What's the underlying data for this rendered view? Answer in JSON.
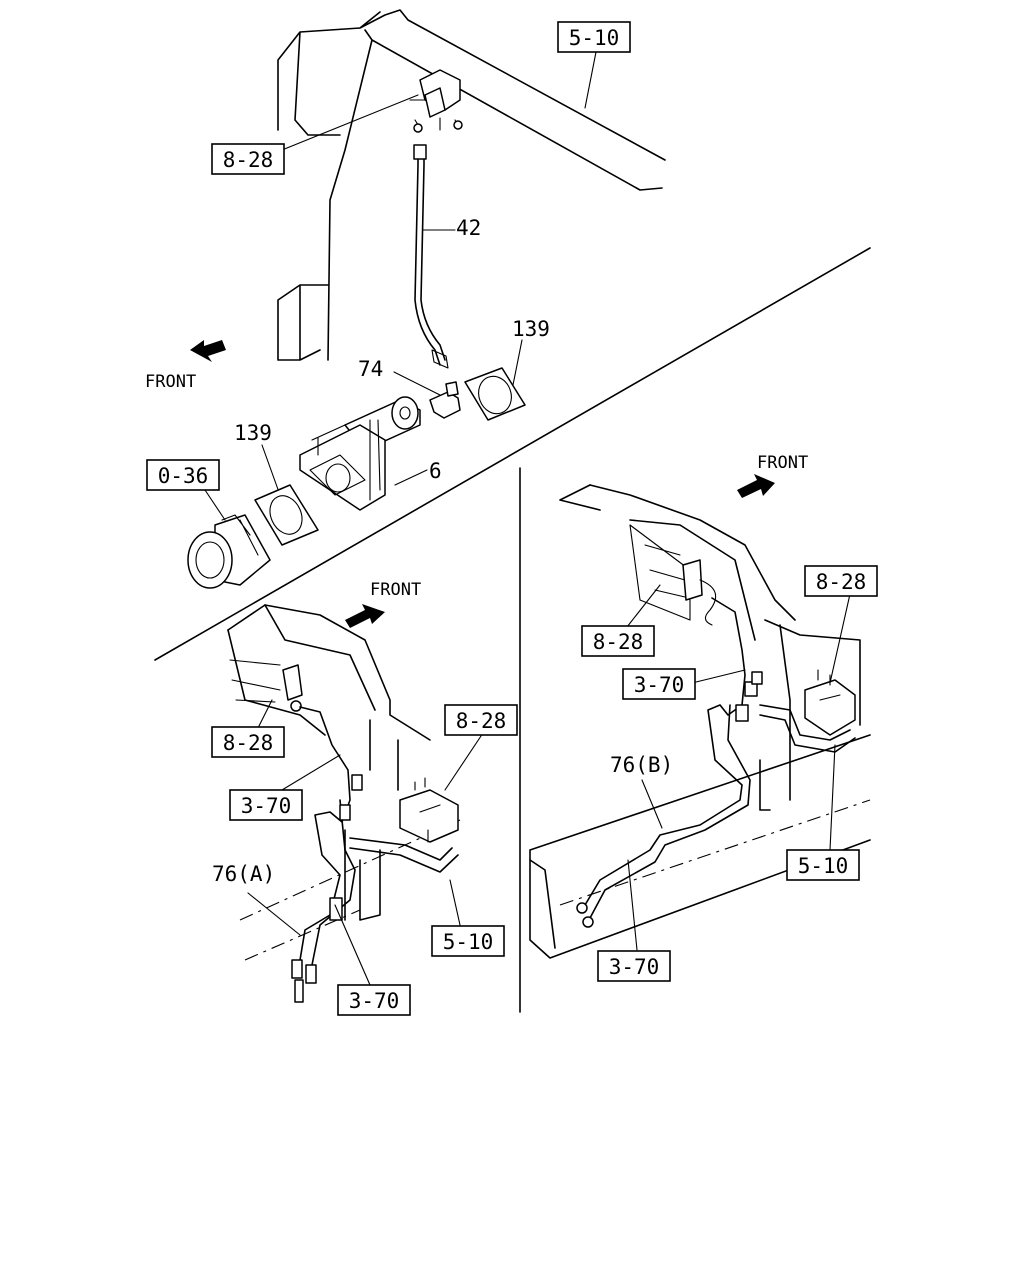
{
  "callouts": {
    "ref_5_10_top": "5-10",
    "ref_8_28_top": "8-28",
    "part_42": "42",
    "part_139_right": "139",
    "part_74": "74",
    "part_139_left": "139",
    "ref_0_36": "0-36",
    "part_6": "6",
    "ref_8_28_bl_a": "8-28",
    "ref_8_28_bl_b": "8-28",
    "ref_3_70_bl_a": "3-70",
    "part_76a": "76(A)",
    "ref_5_10_bl": "5-10",
    "ref_3_70_bl_b": "3-70",
    "ref_8_28_br_a": "8-28",
    "ref_8_28_br_b": "8-28",
    "ref_3_70_br_a": "3-70",
    "part_76b": "76(B)",
    "ref_5_10_br": "5-10",
    "ref_3_70_br_b": "3-70"
  },
  "directions": {
    "front_top": "FRONT",
    "front_bl": "FRONT",
    "front_br": "FRONT"
  }
}
